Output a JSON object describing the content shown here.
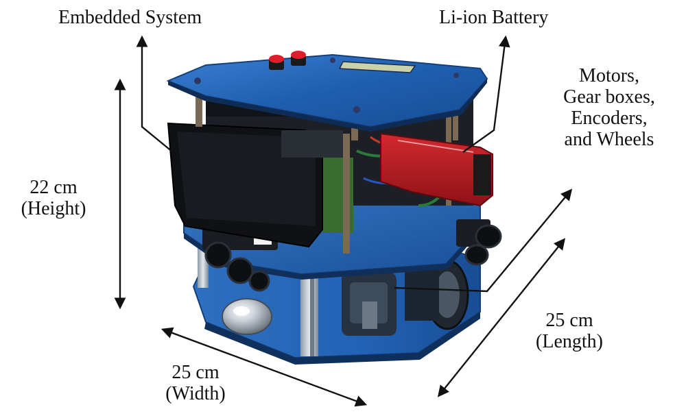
{
  "labels": {
    "embedded": "Embedded System",
    "battery": "Li-ion Battery",
    "motors": [
      "Motors,",
      "Gear boxes,",
      "Encoders,",
      "and Wheels"
    ],
    "height": [
      "22 cm",
      "(Height)"
    ],
    "length": [
      "25 cm",
      "(Length)"
    ],
    "width": [
      "25 cm",
      "(Width)"
    ]
  },
  "colors": {
    "board_blue": "#1f5fb0",
    "board_edge": "#153f7a",
    "battery_red": "#b0181f",
    "screen_black": "#111111",
    "arrow": "#111111"
  }
}
